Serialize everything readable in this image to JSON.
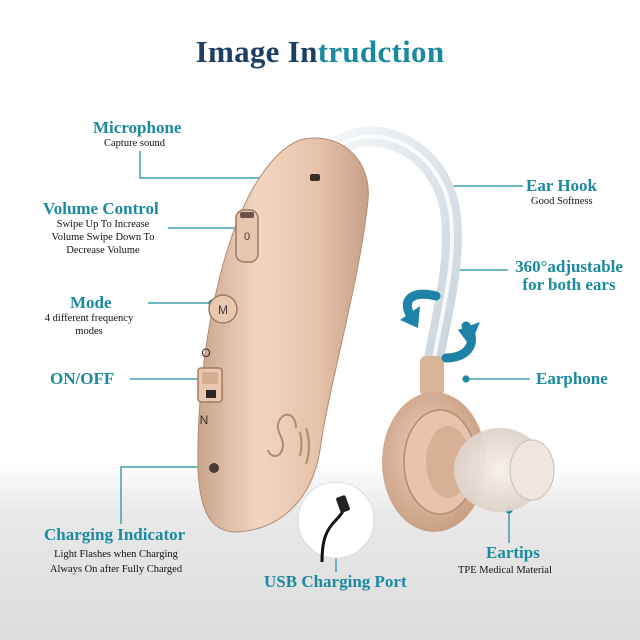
{
  "title": {
    "part1": "Image In",
    "part2": "trudction"
  },
  "accent_color": "#1a8aa0",
  "title_color": "#1d3f66",
  "labels": {
    "microphone": {
      "title": "Microphone",
      "desc": "Capture sound"
    },
    "volume": {
      "title": "Volume Control",
      "desc_lines": [
        "Swipe Up To Increase",
        "Volume Swipe Down To",
        "Decrease Volume"
      ]
    },
    "mode": {
      "title": "Mode",
      "desc_lines": [
        "4 different frequency",
        "modes"
      ]
    },
    "onoff": {
      "title": "ON/OFF"
    },
    "charging": {
      "title": "Charging Indicator",
      "desc_lines": [
        "Light Flashes when Charging",
        "Always On after Fully Charged"
      ]
    },
    "usb": {
      "title": "USB Charging Port"
    },
    "earhook": {
      "title": "Ear Hook",
      "desc": "Good Softness"
    },
    "adjustable": {
      "title_lines": [
        "360°adjustable",
        "for both ears"
      ]
    },
    "earphone": {
      "title": "Earphone"
    },
    "eartips": {
      "title": "Eartips",
      "desc": "TPE Medical Material"
    }
  },
  "device_marks": {
    "mode_button": "M",
    "switch_on": "O",
    "switch_off": "N"
  }
}
